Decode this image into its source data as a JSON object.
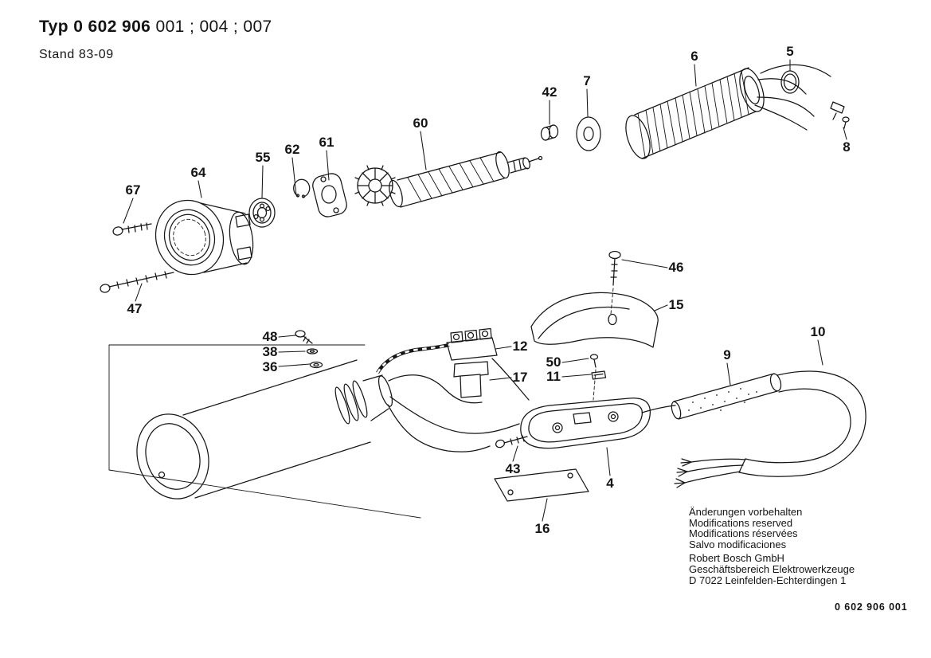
{
  "title": {
    "prefix": "Typ",
    "model": "0 602 906",
    "variants": "001 ; 004 ; 007"
  },
  "stand": "Stand 83-09",
  "parts": [
    "67",
    "64",
    "55",
    "62",
    "61",
    "60",
    "42",
    "7",
    "6",
    "5",
    "8",
    "46",
    "15",
    "47",
    "48",
    "38",
    "36",
    "12",
    "50",
    "17",
    "11",
    "9",
    "10",
    "43",
    "4",
    "16"
  ],
  "footer": {
    "notes": [
      "Änderungen vorbehalten",
      "Modifications reserved",
      "Modifications réservées",
      "Salvo modificaciones"
    ],
    "company": [
      "Robert Bosch GmbH",
      "Geschäftsbereich Elektrowerkzeuge",
      "D 7022 Leinfelden-Echterdingen 1"
    ],
    "doc_number": "0 602 906 001"
  }
}
